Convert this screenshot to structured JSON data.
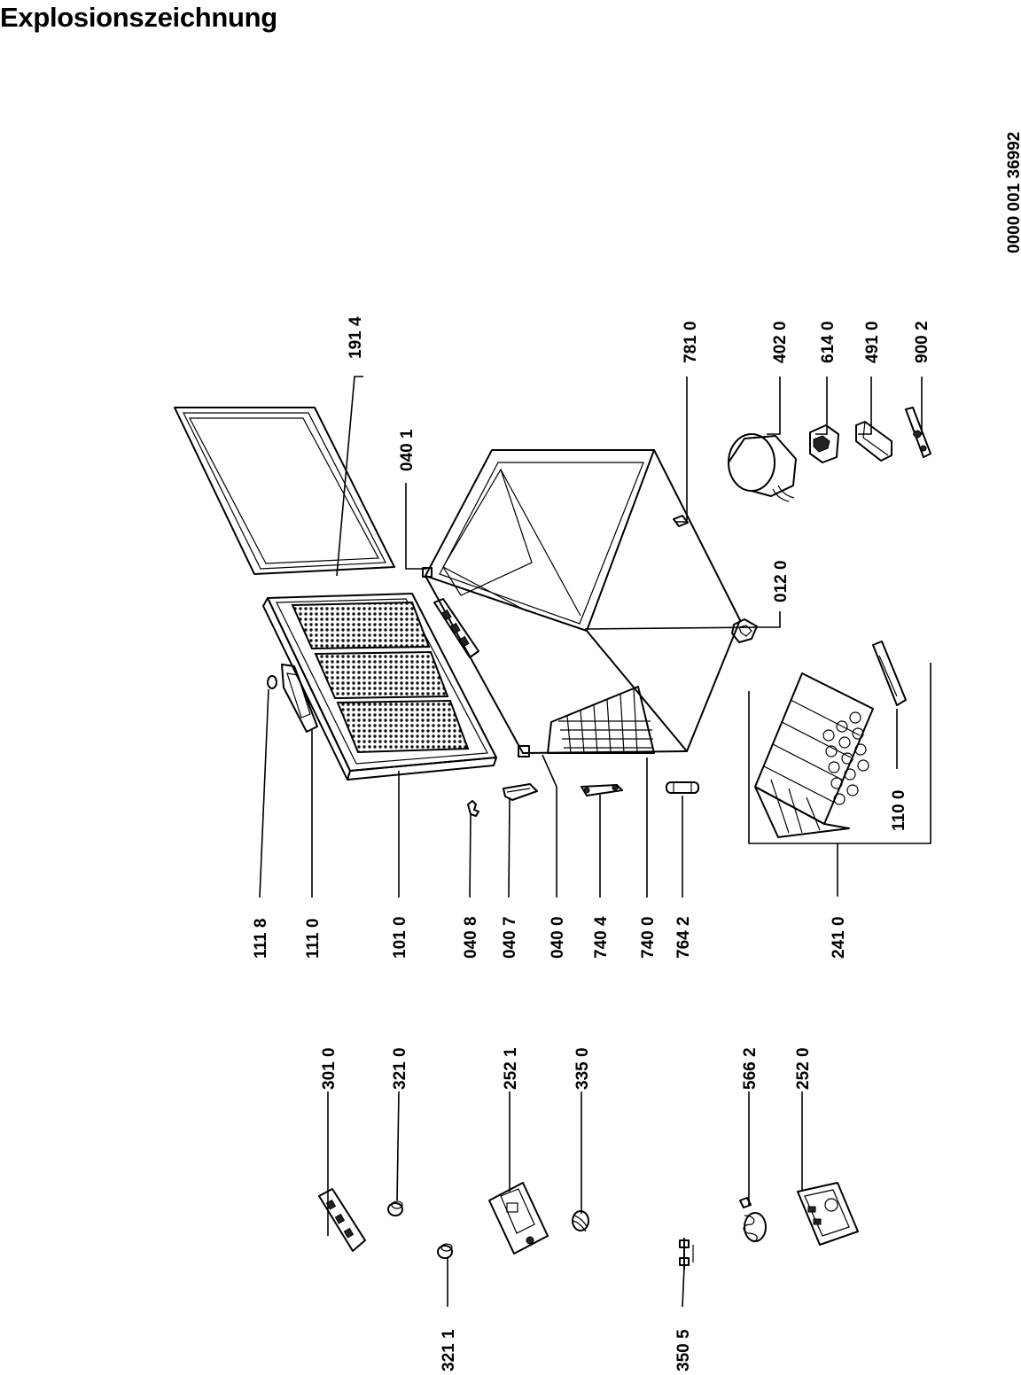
{
  "title": "Explosionszeichnung",
  "document_number": "0000 001 36992",
  "part_labels": [
    "191 4",
    "781 0",
    "402 0",
    "614 0",
    "491 0",
    "900 2",
    "040 1",
    "012 0",
    "110 0",
    "241 0",
    "111 8",
    "111 0",
    "101 0",
    "040 8",
    "040 7",
    "040 0",
    "740 4",
    "740 0",
    "764 2",
    "301 0",
    "321 0",
    "252 1",
    "335 0",
    "566 2",
    "252 0",
    "321 1",
    "350 5"
  ]
}
